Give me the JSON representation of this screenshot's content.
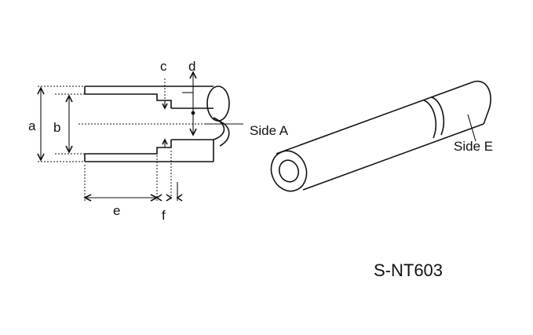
{
  "dimension_labels": {
    "a": "a",
    "b": "b",
    "c": "c",
    "d": "d",
    "e": "e",
    "f": "f"
  },
  "side_labels": {
    "side_a": "Side A",
    "side_e": "Side E"
  },
  "part_code": "S-NT603",
  "colors": {
    "line": "#111111",
    "background": "#ffffff"
  }
}
